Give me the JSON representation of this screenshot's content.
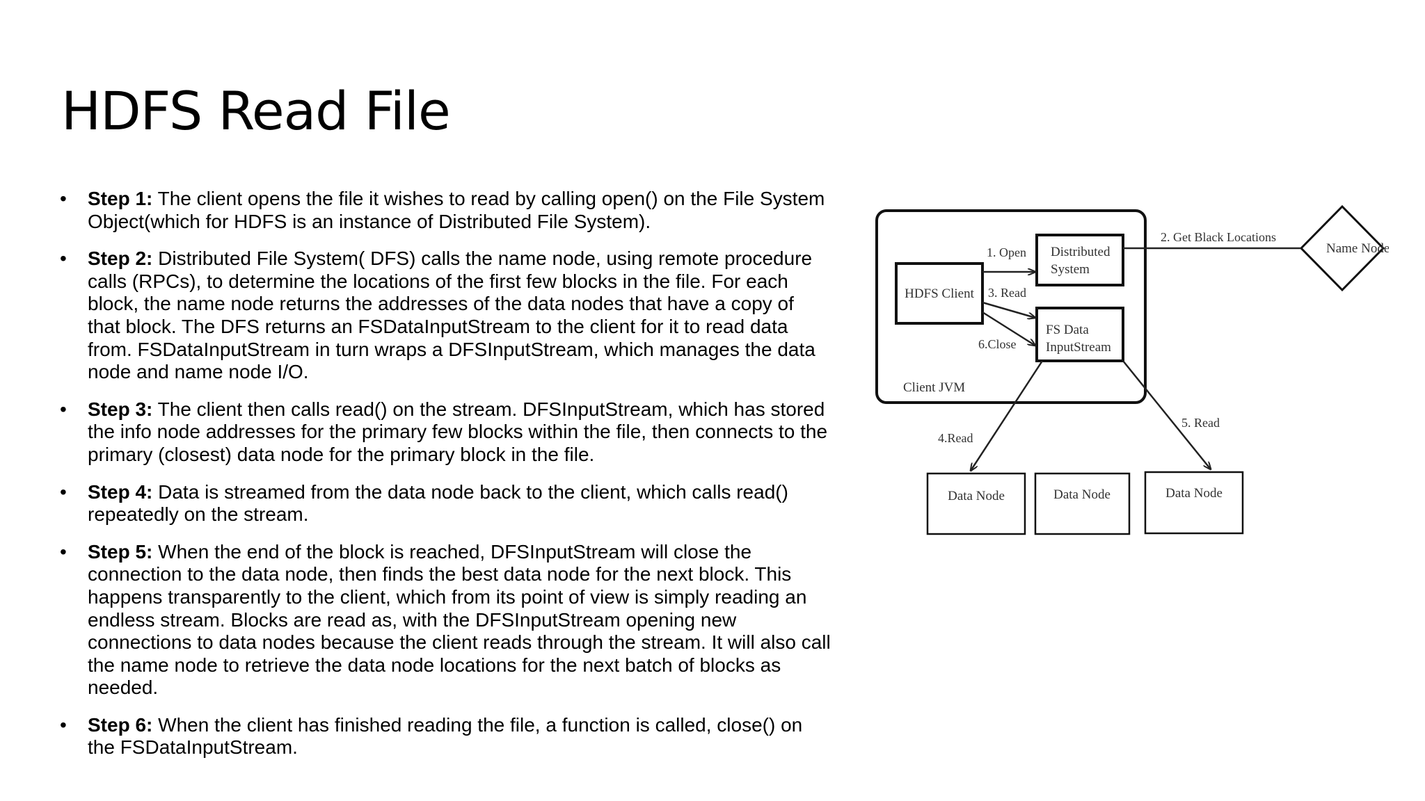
{
  "slide": {
    "title": "HDFS Read File"
  },
  "steps": [
    {
      "label": "Step 1:",
      "text": "The client opens the file it wishes to read by calling open() on the File System Object(which for HDFS is an instance of Distributed File System)."
    },
    {
      "label": "Step 2:",
      "text": "Distributed File System( DFS) calls the name node, using remote procedure calls (RPCs), to determine the locations of the first few blocks in the file. For each block, the name node returns the addresses of the data nodes that have a copy of that block. The DFS returns an FSDataInputStream to the client for it to read data from. FSDataInputStream in turn wraps a DFSInputStream, which manages the data node and name node I/O."
    },
    {
      "label": "Step 3:",
      "text": "The client then calls read() on the stream. DFSInputStream, which has stored the info node addresses for the primary few blocks within the file, then connects to the primary (closest) data node for the primary block in the file."
    },
    {
      "label": "Step 4:",
      "text": "Data is streamed from the data node back to the client, which calls read() repeatedly on the stream."
    },
    {
      "label": "Step 5:",
      "text": "When the end of the block is reached, DFSInputStream will close the connection to the data node, then finds the best data node for the next block. This happens transparently to the client, which from its point of view is simply reading an endless stream. Blocks are read as, with the DFSInputStream opening new connections to data nodes because the client reads through the stream. It will also call the name node to retrieve the data node locations for the next batch of blocks as needed."
    },
    {
      "label": "Step 6:",
      "text": "When the client has finished reading the file, a function is called, close() on the FSDataInputStream."
    }
  ],
  "diagram": {
    "client_jvm": "Client JVM",
    "hdfs_client": "HDFS Client",
    "distributed_system": [
      "Distributed",
      "System"
    ],
    "fs_data_input_stream": [
      "FS Data",
      "InputStream"
    ],
    "name_node": "Name Node",
    "data_nodes": [
      "Data Node",
      "Data Node",
      "Data Node"
    ],
    "arrows": {
      "open": "1. Open",
      "get_block_locations": "2. Get Black Locations",
      "read3": "3. Read",
      "read4": "4.Read",
      "read5": "5. Read",
      "close": "6.Close"
    }
  }
}
